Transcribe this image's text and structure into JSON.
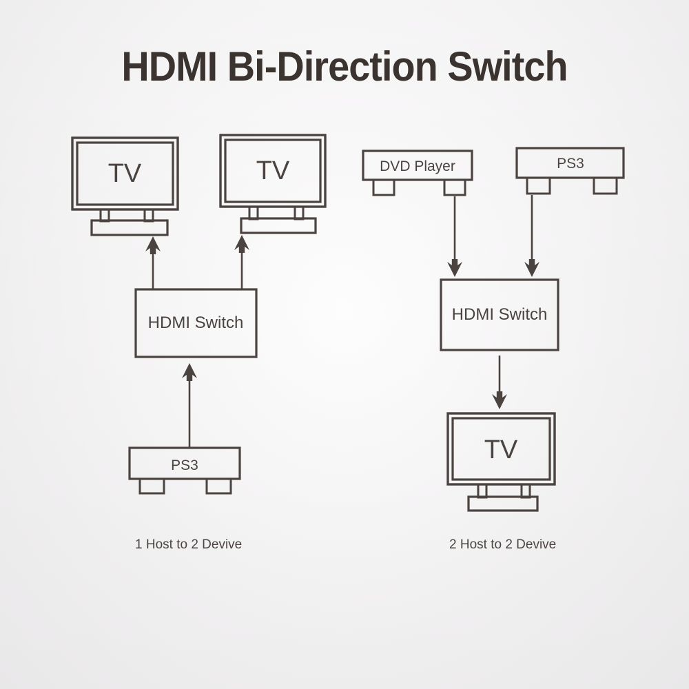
{
  "page": {
    "background_color": "#f3f2f2",
    "ink_color": "#4a4340",
    "title": "HDMI  Bi-Direction Switch"
  },
  "diagrams": [
    {
      "id": "left",
      "caption": "1 Host to 2 Devive",
      "nodes": [
        {
          "name": "tv-top-left",
          "type": "tv",
          "label": "TV"
        },
        {
          "name": "tv-top-right",
          "type": "tv",
          "label": "TV"
        },
        {
          "name": "hdmi-switch",
          "type": "box",
          "label": "HDMI Switch"
        },
        {
          "name": "ps3-source",
          "type": "device",
          "label": "PS3"
        }
      ],
      "connections": [
        {
          "from": "ps3-source",
          "to": "hdmi-switch",
          "direction": "up"
        },
        {
          "from": "hdmi-switch",
          "to": "tv-top-left",
          "direction": "up"
        },
        {
          "from": "hdmi-switch",
          "to": "tv-top-right",
          "direction": "up"
        }
      ]
    },
    {
      "id": "right",
      "caption": "2 Host to 2 Devive",
      "nodes": [
        {
          "name": "dvd-player",
          "type": "device",
          "label": "DVD Player"
        },
        {
          "name": "ps3-source",
          "type": "device",
          "label": "PS3"
        },
        {
          "name": "hdmi-switch",
          "type": "box",
          "label": "HDMI Switch"
        },
        {
          "name": "tv-output",
          "type": "tv",
          "label": "TV"
        }
      ],
      "connections": [
        {
          "from": "dvd-player",
          "to": "hdmi-switch",
          "direction": "down"
        },
        {
          "from": "ps3-source",
          "to": "hdmi-switch",
          "direction": "down"
        },
        {
          "from": "hdmi-switch",
          "to": "tv-output",
          "direction": "down"
        }
      ]
    }
  ],
  "labels": {
    "tv": "TV",
    "ps3": "PS3",
    "dvd_player": "DVD Player",
    "hdmi_switch": "HDMI Switch",
    "caption_left": "1 Host to 2 Devive",
    "caption_right": "2 Host to 2 Devive"
  }
}
